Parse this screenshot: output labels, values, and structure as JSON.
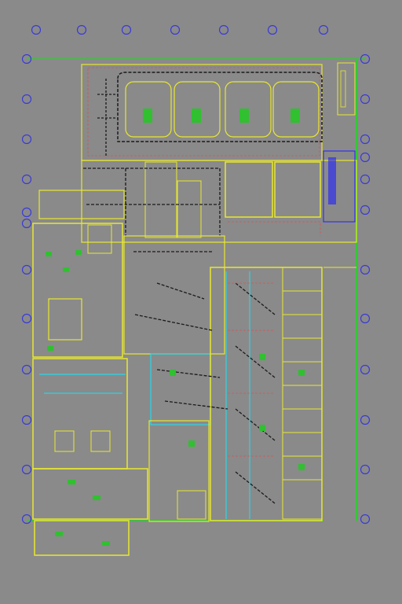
{
  "drawing": {
    "background": "#8a8a8a",
    "colors": {
      "wall": "#e8e830",
      "grid": "#3a3ad8",
      "gridline": "#34c834",
      "duct": "#1a1a1a",
      "redline": "#e05050",
      "cyan": "#28d8e8",
      "green": "#30c030",
      "blue": "#2020ff"
    },
    "grid_bubbles_top_count": 7,
    "grid_bubbles_left_count": 12,
    "grid_bubbles_right_count": 12
  }
}
